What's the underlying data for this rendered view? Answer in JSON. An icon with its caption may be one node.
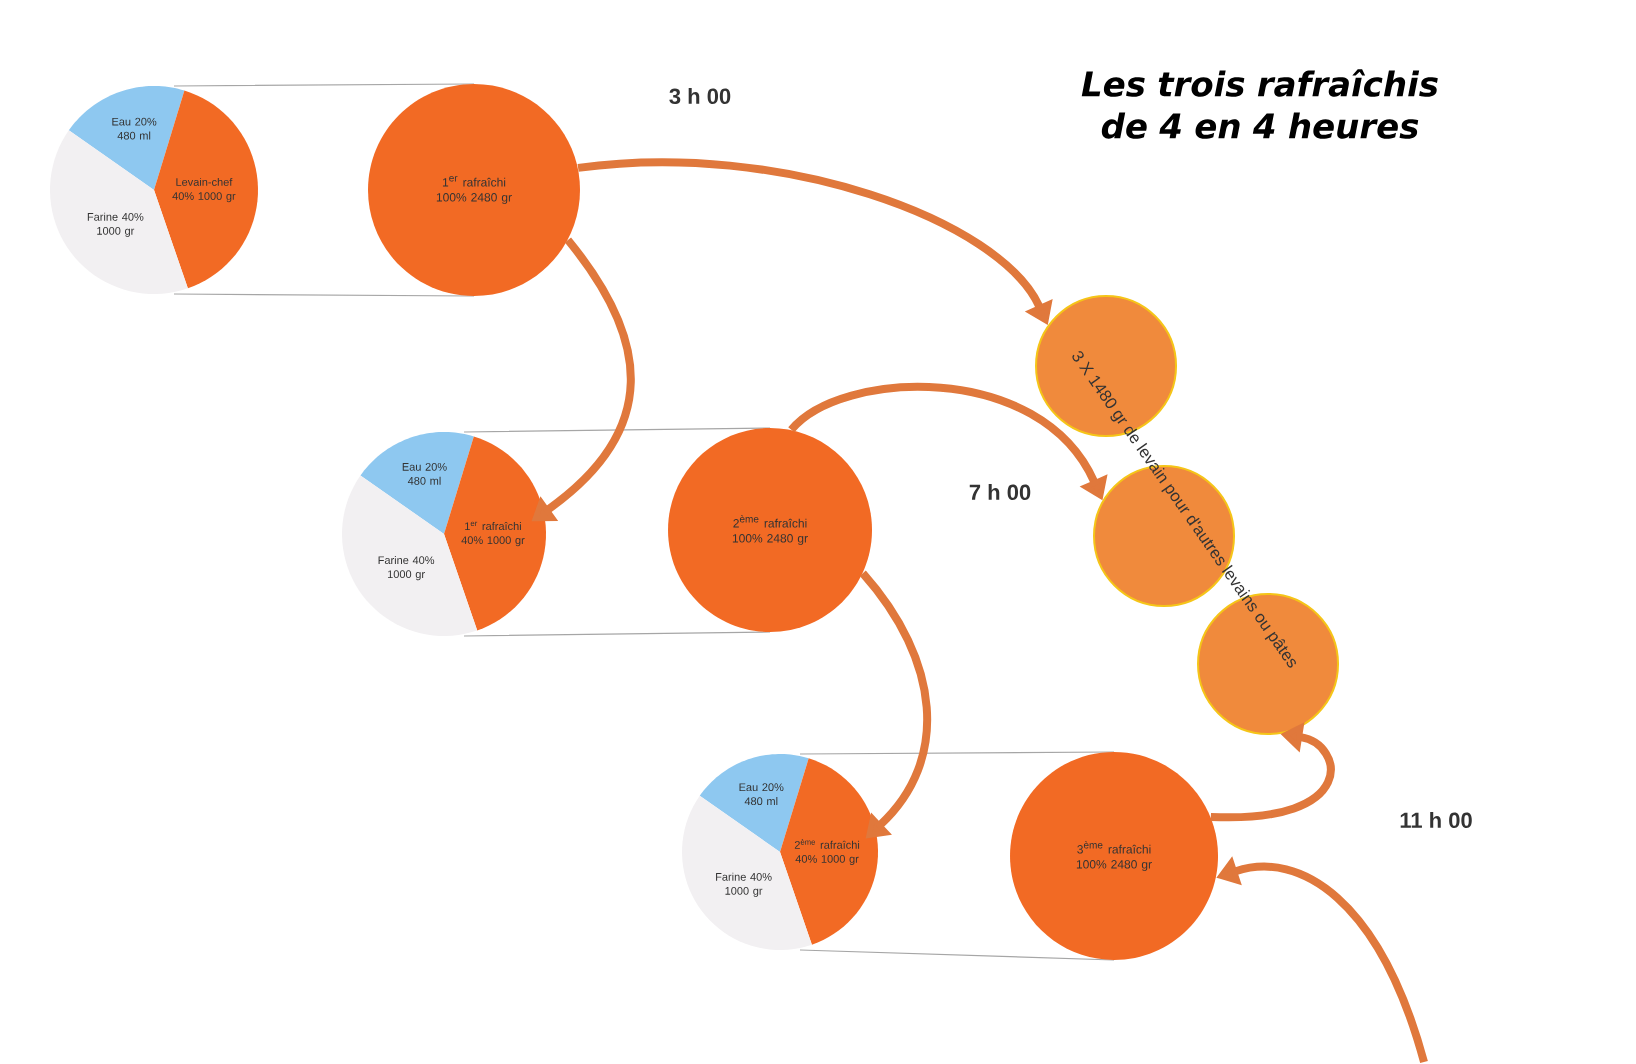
{
  "diagram": {
    "title": "Les trois rafraîchis de 4 en 4 heures",
    "nodes": [
      {
        "text": [
          "Eau 20% 480 ml"
        ]
      },
      {
        "text": [
          "Levain-chef 40% 1000 gr"
        ]
      },
      {
        "text": [
          "Farine 40% 1000 gr"
        ]
      },
      {
        "text": [
          "1$^{er}$ rafraîchi 100% 2480 gr"
        ]
      },
      {
        "text": [
          "Eau 20% 480 ml"
        ]
      },
      {
        "text": [
          "1$^{er}$ rafraîchi 40% 1000 gr"
        ]
      },
      {
        "text": [
          "Farine 40% 1000 gr"
        ]
      },
      {
        "text": [
          "2$^{ème}$ rafraîchi 100% 2480 gr"
        ]
      },
      {
        "text": [
          "Eau 20% 480 ml"
        ]
      },
      {
        "text": [
          "2$^{ème}$ rafraîchi 40% 1000 gr"
        ]
      },
      {
        "text": [
          "Farine 40% 1000 gr"
        ]
      },
      {
        "text": [
          "3$^{ème}$ rafraîchi 100% 2480 gr"
        ]
      },
      {
        "text": [],
        "shape": "circle"
      },
      {
        "text": [],
        "shape": "circle"
      },
      {
        "text": [],
        "shape": "circle"
      }
    ],
    "edges": [
      {
        "from": 3,
        "to": 12,
        "arrow": "to"
      },
      {
        "from": 3,
        "to": 5,
        "arrow": "to"
      },
      {
        "from": 7,
        "to": 13,
        "arrow": "to"
      },
      {
        "from": 7,
        "to": 9,
        "arrow": "to"
      },
      {
        "from": 11,
        "to": 14,
        "arrow": "to"
      },
      {
        "from": null,
        "to": 11,
        "arrow": "to"
      }
    ],
    "labels": [
      "3 h 00",
      "3 X 1480 gr de levain pour d'autres levains ou pâtes",
      "7 h 00",
      "11 h 00"
    ]
  }
}
